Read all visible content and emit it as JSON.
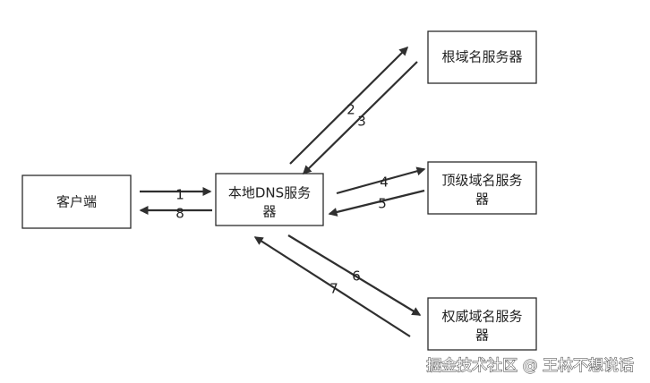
{
  "nodes": {
    "client": {
      "label": "客户端"
    },
    "local_dns": {
      "line1": "本地DNS服务",
      "line2": "器"
    },
    "root": {
      "label": "根域名服务器"
    },
    "tld": {
      "line1": "顶级域名服务",
      "line2": "器"
    },
    "authoritative": {
      "line1": "权威域名服务",
      "line2": "器"
    }
  },
  "edges": [
    {
      "label": "1"
    },
    {
      "label": "8"
    },
    {
      "label": "2"
    },
    {
      "label": "3"
    },
    {
      "label": "4"
    },
    {
      "label": "5"
    },
    {
      "label": "6"
    },
    {
      "label": "7"
    }
  ],
  "watermark": "掘金技术社区 @ 王林不想说话"
}
